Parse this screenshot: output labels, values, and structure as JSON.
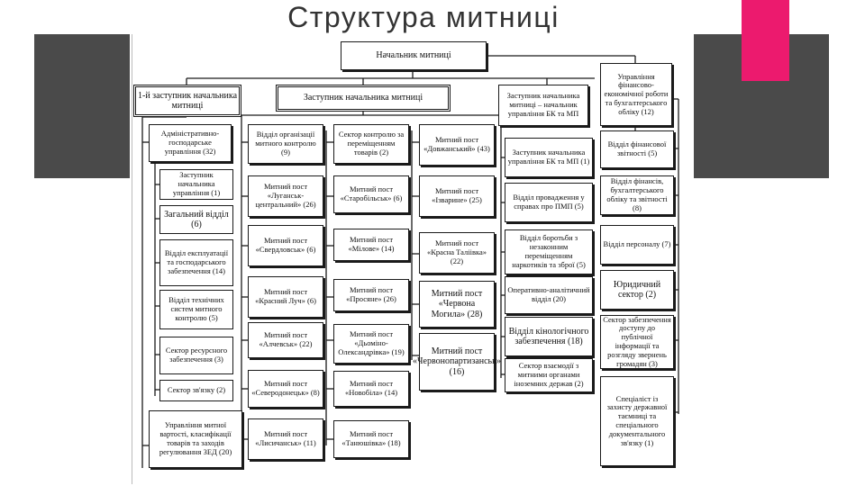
{
  "slide": {
    "title": "Структура митниці"
  },
  "chart": {
    "top": "Начальник митниці",
    "deputy1": "1-й заступник начальника митниці",
    "deputy2": "Заступник начальника митниці",
    "deputy3": "Заступник начальника митниці – начальник управління БК та МП",
    "finance": "Управління фінансово-економічної роботи та бухгалтерського обліку (12)",
    "col1": [
      "Адміністративно-господарське управління (32)",
      "Заступник начальника управління (1)",
      "Загальний відділ (6)",
      "Відділ експлуатації та господарського забезпечення (14)",
      "Відділ технічних систем митного контролю (5)",
      "Сектор ресурсного забезпечення (3)",
      "Сектор зв'язку (2)",
      "Управління митної вартості, класифікації товарів та заходів регулювання ЗЕД (20)"
    ],
    "col2": [
      "Відділ організації митного контролю (9)",
      "Митний пост «Луганськ-центральний» (26)",
      "Митний пост «Свердловськ» (6)",
      "Митний пост «Красний Луч» (6)",
      "Митний пост «Алчевськ» (22)",
      "Митний пост «Северодонецьк» (8)",
      "Митний пост «Лисичанськ» (11)"
    ],
    "col3": [
      "Сектор контролю за переміщенням товарів (2)",
      "Митний пост «Старобільськ» (6)",
      "Митний пост «Мілове» (14)",
      "Митний пост «Просяне» (26)",
      "Митний пост «Дьоміно-Олександрівка» (19)",
      "Митний пост «Новобіла» (14)",
      "Митний пост «Танюшівка» (18)"
    ],
    "col4": [
      "Митний пост «Довжанський» (43)",
      "Митний пост «Ізварине» (25)",
      "Митний пост «Красна Таліівка» (22)",
      "Митний пост «Червона Могила» (28)",
      "Митний пост «Червонопартизанськ» (16)"
    ],
    "col5": [
      "Заступник начальника управління БК та МП (1)",
      "Відділ провадження у справах про ПМП (5)",
      "Відділ боротьби з незаконним переміщенням наркотиків та зброї (5)",
      "Оперативно-аналітичний відділ (20)",
      "Відділ кінологічного забезпечення (18)",
      "Сектор взаємодії з митними органами іноземних держав (2)"
    ],
    "col6": [
      "Відділ фінансової звітності (5)",
      "Відділ фінансів, бухгалтерського обліку та звітності (8)",
      "Відділ персоналу (7)",
      "Юридичний сектор (2)",
      "Сектор забезпечення доступу до публічної інформації та розгляду звернень громадян (3)",
      "Спеціаліст із захисту державної таємниці та спеціального документального зв'язку (1)"
    ]
  }
}
